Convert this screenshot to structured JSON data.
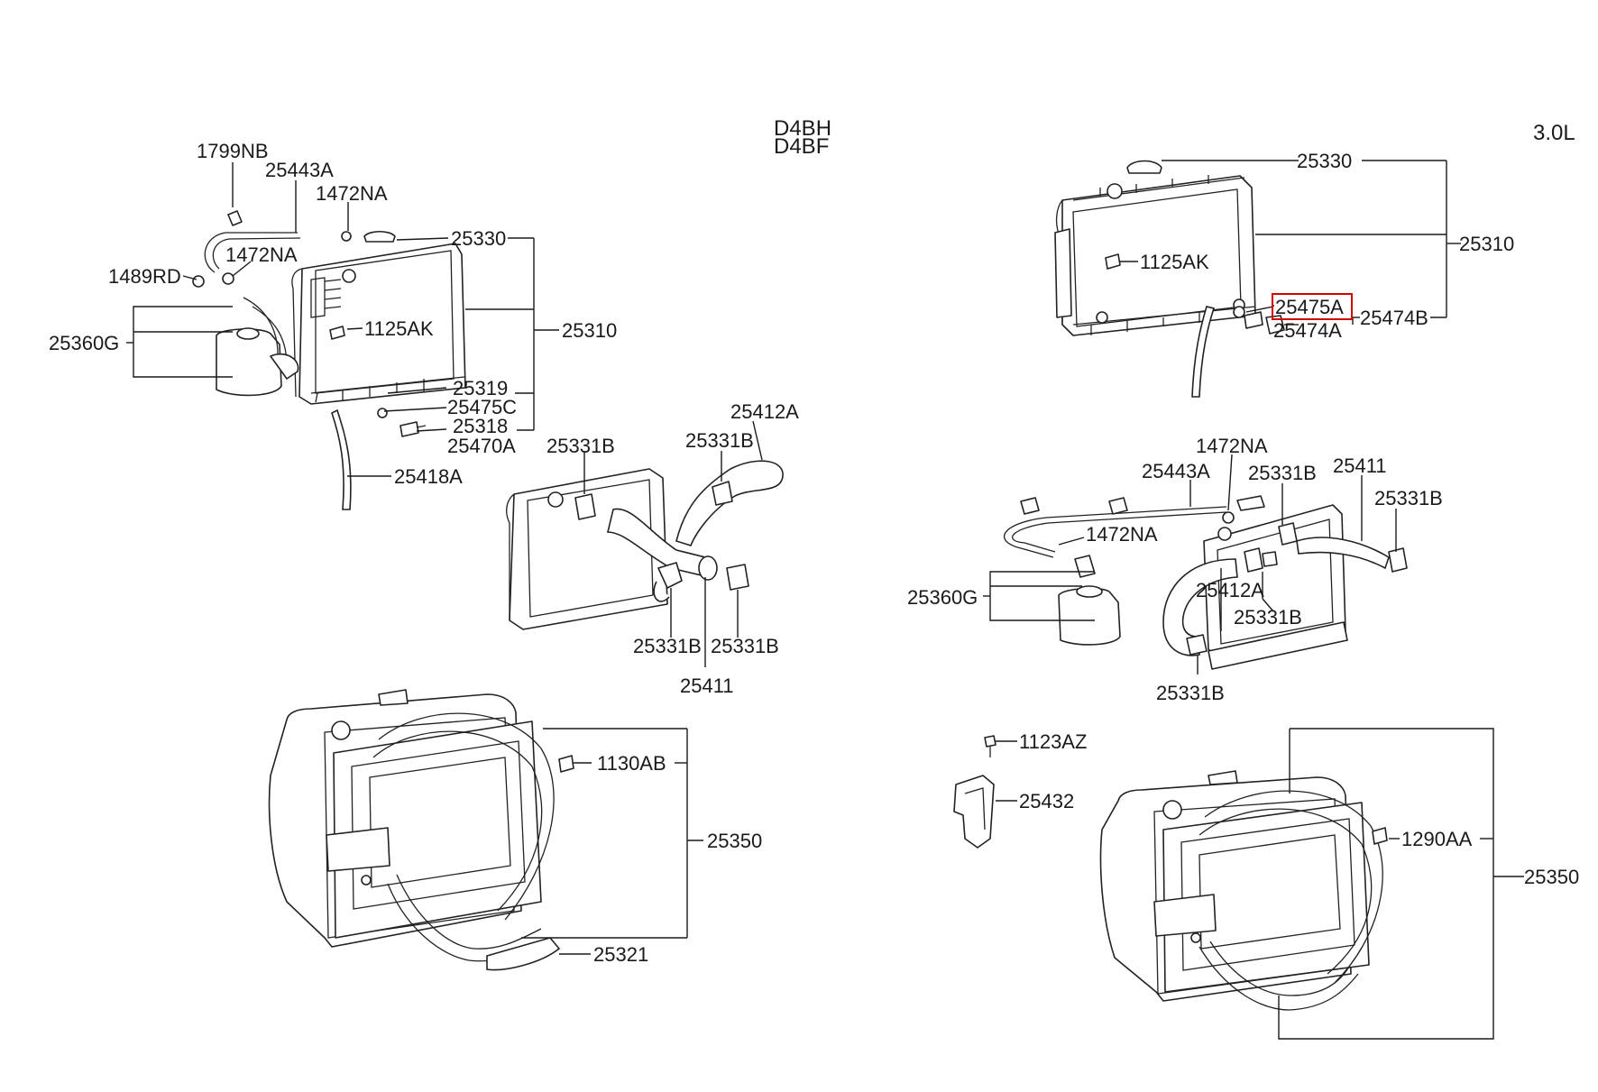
{
  "headers": {
    "engine_1": "D4BH",
    "engine_2": "D4BF",
    "engine_3": "3.0L"
  },
  "labels": {
    "l_1799NB": "1799NB",
    "l_25443A": "25443A",
    "l_1472NA_a": "1472NA",
    "l_1472NA_b": "1472NA",
    "l_1489RD": "1489RD",
    "l_25330": "25330",
    "l_25360G": "25360G",
    "l_1125AK": "1125AK",
    "l_25310": "25310",
    "l_25319": "25319",
    "l_25475C": "25475C",
    "l_25318": "25318",
    "l_25470A": "25470A",
    "l_25418A": "25418A",
    "l_25412A": "25412A",
    "l_25331B_a": "25331B",
    "l_25331B_b": "25331B",
    "l_25331B_c": "25331B",
    "l_25331B_d": "25331B",
    "l_25411": "25411",
    "l_1130AB": "1130AB",
    "l_25350": "25350",
    "l_25321": "25321",
    "r_25330": "25330",
    "r_25310": "25310",
    "r_1125AK": "1125AK",
    "r_25475A": "25475A",
    "r_25474B": "25474B",
    "r_25474A": "25474A",
    "r_1472NA_a": "1472NA",
    "r_25443A": "25443A",
    "r_25331B_a": "25331B",
    "r_25411": "25411",
    "r_25331B_b": "25331B",
    "r_1472NA_b": "1472NA",
    "r_25360G": "25360G",
    "r_25412A": "25412A",
    "r_25331B_c": "25331B",
    "r_25331B_d": "25331B",
    "r_1123AZ": "1123AZ",
    "r_25432": "25432",
    "r_1290AA": "1290AA",
    "r_25350": "25350"
  },
  "highlight": {
    "part": "25475A",
    "color": "#d40000"
  }
}
